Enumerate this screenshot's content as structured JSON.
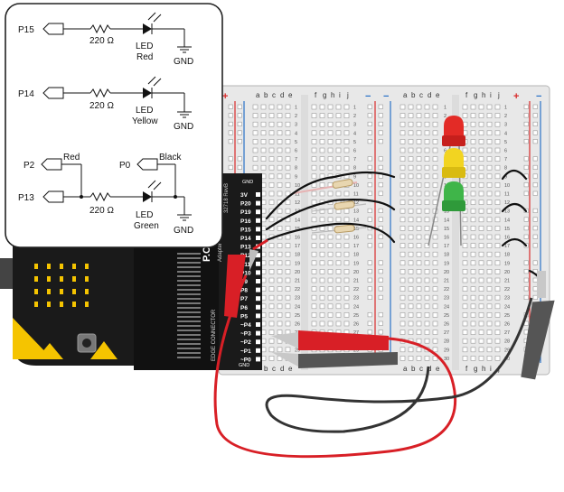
{
  "schematic": {
    "circuits": [
      {
        "pin": "P15",
        "resistor": "220 Ω",
        "led_name": "LED",
        "led_color": "Red",
        "ground": "GND"
      },
      {
        "pin": "P14",
        "resistor": "220 Ω",
        "led_name": "LED",
        "led_color": "Yellow",
        "ground": "GND"
      },
      {
        "pin": "P13",
        "resistor": "220 Ω",
        "led_name": "LED",
        "led_color": "Green",
        "ground": "GND"
      }
    ],
    "probes": [
      {
        "pin": "P2",
        "wire": "Red"
      },
      {
        "pin": "P0",
        "wire": "Black"
      }
    ]
  },
  "breadboard": {
    "left_columns": [
      "a",
      "b",
      "c",
      "d",
      "e"
    ],
    "right_columns": [
      "f",
      "g",
      "h",
      "i",
      "j"
    ],
    "rail_plus": "+",
    "rail_minus": "−",
    "row_numbers": [
      "1",
      "2",
      "3",
      "4",
      "5",
      "6",
      "7",
      "8",
      "9",
      "10",
      "11",
      "12",
      "13",
      "14",
      "15",
      "16",
      "17",
      "18",
      "19",
      "20",
      "21",
      "22",
      "23",
      "24",
      "25",
      "26",
      "27",
      "28",
      "29",
      "30"
    ]
  },
  "adapter": {
    "title": "EDGE CONNECTOR",
    "brand": "P.ORG",
    "subtitle": "Adapter",
    "part_number": "32718 RevB",
    "gnd_top": "GND",
    "pins": [
      "3V",
      "P20",
      "P19",
      "P16",
      "P15",
      "P14",
      "P13",
      "P12",
      "P11",
      "P10",
      "P9",
      "P8",
      "P7",
      "P6",
      "P5",
      "~P4",
      "~P3",
      "~P2",
      "~P1",
      "~P0"
    ],
    "gnd_bottom": "GND"
  },
  "colors": {
    "red_led": "#e32b26",
    "yellow_led": "#f2d421",
    "green_led": "#3fb549",
    "red_clip": "#d81f26",
    "black_clip": "#555555",
    "rail_red": "#d82a2a",
    "rail_blue": "#2a72c8",
    "microbit": "#1a1a1a",
    "microbit_yellow": "#f5c400"
  }
}
